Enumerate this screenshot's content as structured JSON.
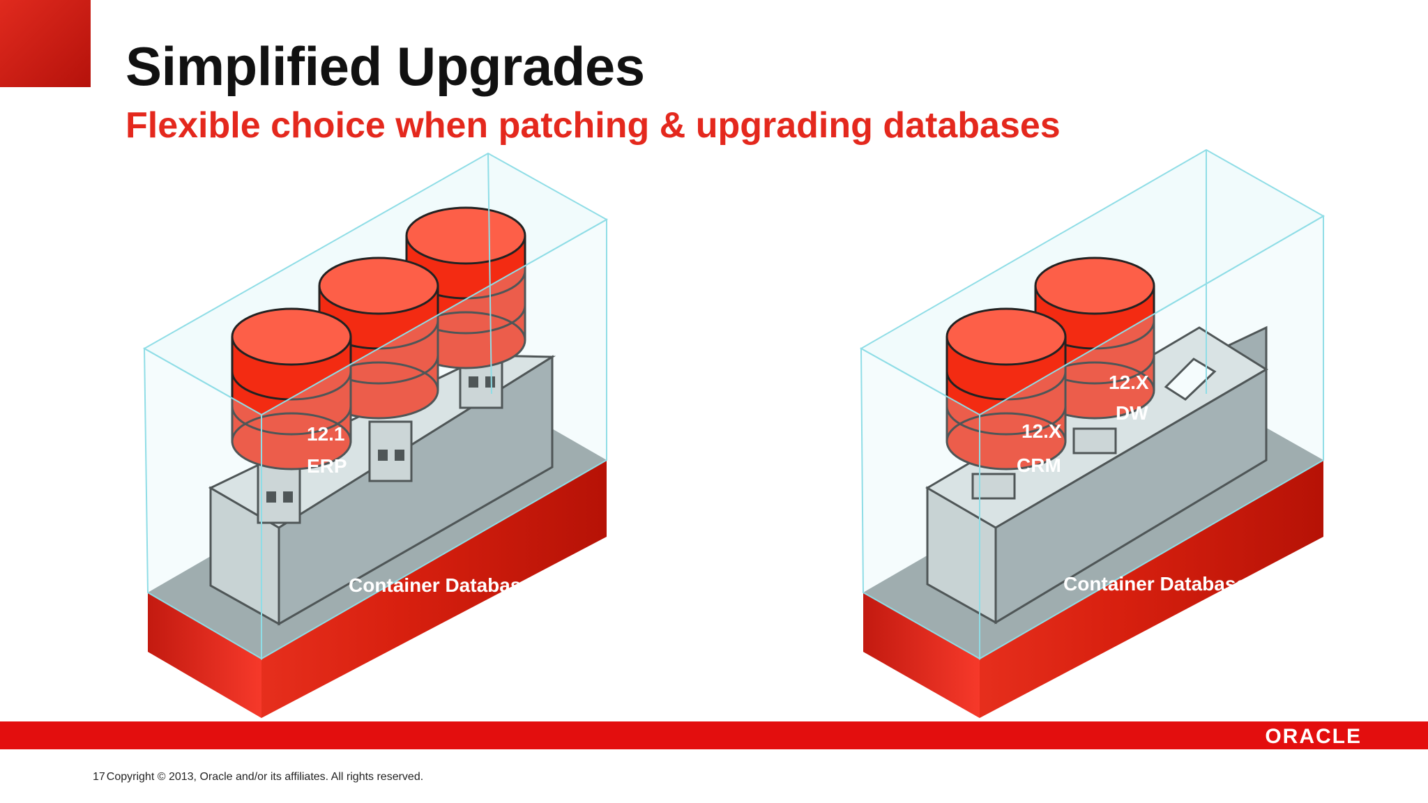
{
  "slide": {
    "title": "Simplified Upgrades",
    "subtitle": "Flexible choice when patching & upgrading databases"
  },
  "left_diagram": {
    "db_version": "12.1",
    "db_name": "ERP",
    "container_label": "Container Database"
  },
  "right_diagram": {
    "db1_version": "12.X",
    "db1_name": "CRM",
    "db2_version": "12.X",
    "db2_name": "DW",
    "container_label": "Container Database"
  },
  "footer": {
    "page_number": "17",
    "copyright": "Copyright © 2013, Oracle and/or its affiliates. All rights reserved.",
    "logo_text": "ORACLE"
  },
  "colors": {
    "accent_red": "#e4281d",
    "footer_red": "#e30e0e",
    "db_red": "#f32b12",
    "container_gray": "#8f999b"
  }
}
